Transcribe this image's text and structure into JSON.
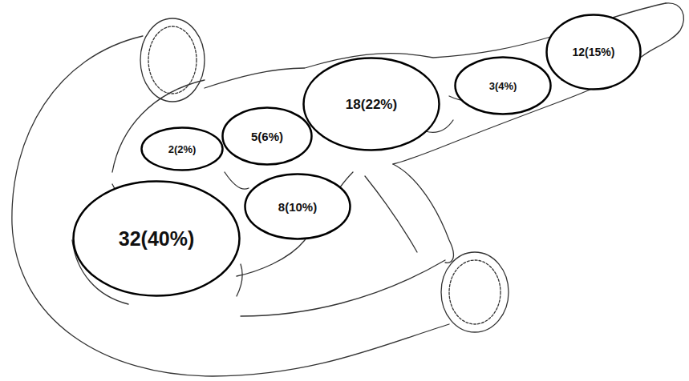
{
  "diagram": {
    "nodes": [
      {
        "text": [
          "12(15%)"
        ]
      },
      {
        "text": [
          "3(4%)"
        ]
      },
      {
        "text": [
          "18(22%)"
        ]
      },
      {
        "text": [
          "5(6%)"
        ]
      },
      {
        "text": [
          "2(2%)"
        ]
      },
      {
        "text": [
          "8(10%)"
        ]
      },
      {
        "text": [
          "32(40%)"
        ]
      }
    ]
  }
}
